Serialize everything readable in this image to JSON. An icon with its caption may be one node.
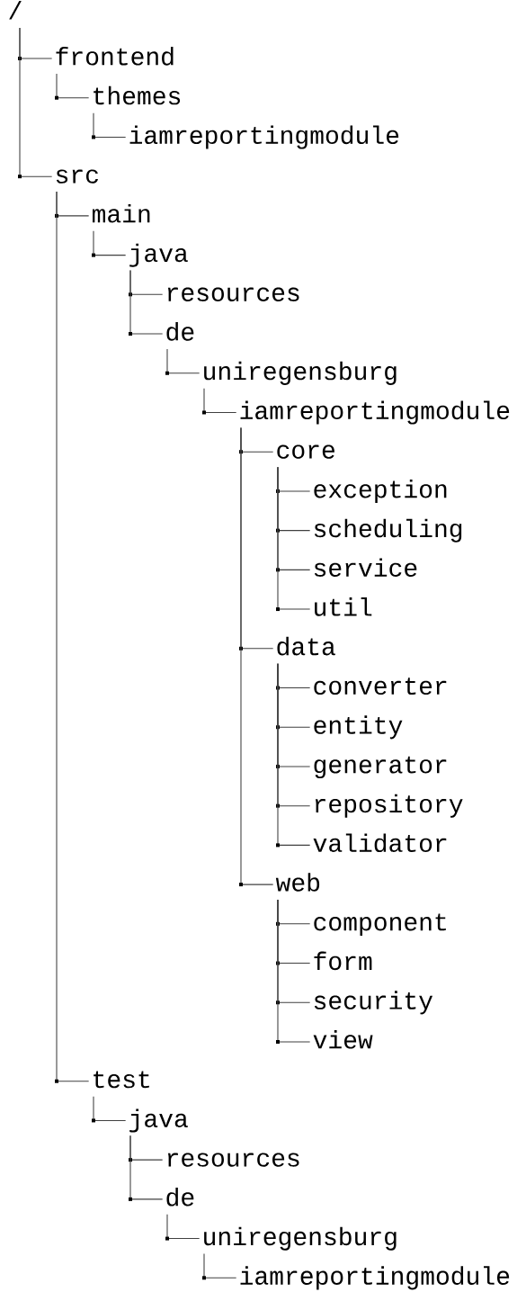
{
  "diagram": {
    "nodes": [
      {
        "text": [
          "/"
        ]
      },
      {
        "text": [
          "frontend"
        ]
      },
      {
        "text": [
          "themes"
        ]
      },
      {
        "text": [
          "iamreportingmodule"
        ]
      },
      {
        "text": [
          "src"
        ]
      },
      {
        "text": [
          "main"
        ]
      },
      {
        "text": [
          "java"
        ]
      },
      {
        "text": [
          "resources"
        ]
      },
      {
        "text": [
          "de"
        ]
      },
      {
        "text": [
          "uniregensburg"
        ]
      },
      {
        "text": [
          "iamreportingmodule"
        ]
      },
      {
        "text": [
          "core"
        ]
      },
      {
        "text": [
          "exception"
        ]
      },
      {
        "text": [
          "scheduling"
        ]
      },
      {
        "text": [
          "service"
        ]
      },
      {
        "text": [
          "util"
        ]
      },
      {
        "text": [
          "data"
        ]
      },
      {
        "text": [
          "converter"
        ]
      },
      {
        "text": [
          "entity"
        ]
      },
      {
        "text": [
          "generator"
        ]
      },
      {
        "text": [
          "repository"
        ]
      },
      {
        "text": [
          "validator"
        ]
      },
      {
        "text": [
          "web"
        ]
      },
      {
        "text": [
          "component"
        ]
      },
      {
        "text": [
          "form"
        ]
      },
      {
        "text": [
          "security"
        ]
      },
      {
        "text": [
          "view"
        ]
      },
      {
        "text": [
          "test"
        ]
      },
      {
        "text": [
          "java"
        ]
      },
      {
        "text": [
          "resources"
        ]
      },
      {
        "text": [
          "de"
        ]
      },
      {
        "text": [
          "uniregensburg"
        ]
      },
      {
        "text": [
          "iamreportingmodule"
        ]
      }
    ],
    "edges": [
      {
        "from": 0,
        "to": 1,
        "arrow": "none"
      },
      {
        "from": 1,
        "to": 2,
        "arrow": "none"
      },
      {
        "from": 2,
        "to": 3,
        "arrow": "none"
      },
      {
        "from": 0,
        "to": 4,
        "arrow": "none"
      },
      {
        "from": 4,
        "to": 5,
        "arrow": "none"
      },
      {
        "from": 5,
        "to": 6,
        "arrow": "none"
      },
      {
        "from": 6,
        "to": 7,
        "arrow": "none"
      },
      {
        "from": 6,
        "to": 8,
        "arrow": "none"
      },
      {
        "from": 8,
        "to": 9,
        "arrow": "none"
      },
      {
        "from": 9,
        "to": 10,
        "arrow": "none"
      },
      {
        "from": 10,
        "to": 11,
        "arrow": "none"
      },
      {
        "from": 11,
        "to": 12,
        "arrow": "none"
      },
      {
        "from": 11,
        "to": 13,
        "arrow": "none"
      },
      {
        "from": 11,
        "to": 14,
        "arrow": "none"
      },
      {
        "from": 11,
        "to": 15,
        "arrow": "none"
      },
      {
        "from": 10,
        "to": 16,
        "arrow": "none"
      },
      {
        "from": 16,
        "to": 17,
        "arrow": "none"
      },
      {
        "from": 16,
        "to": 18,
        "arrow": "none"
      },
      {
        "from": 16,
        "to": 19,
        "arrow": "none"
      },
      {
        "from": 16,
        "to": 20,
        "arrow": "none"
      },
      {
        "from": 16,
        "to": 21,
        "arrow": "none"
      },
      {
        "from": 10,
        "to": 22,
        "arrow": "none"
      },
      {
        "from": 22,
        "to": 23,
        "arrow": "none"
      },
      {
        "from": 22,
        "to": 24,
        "arrow": "none"
      },
      {
        "from": 22,
        "to": 25,
        "arrow": "none"
      },
      {
        "from": 22,
        "to": 26,
        "arrow": "none"
      },
      {
        "from": 4,
        "to": 27,
        "arrow": "none"
      },
      {
        "from": 27,
        "to": 28,
        "arrow": "none"
      },
      {
        "from": 28,
        "to": 29,
        "arrow": "none"
      },
      {
        "from": 28,
        "to": 30,
        "arrow": "none"
      },
      {
        "from": 30,
        "to": 31,
        "arrow": "none"
      },
      {
        "from": 31,
        "to": 32,
        "arrow": "none"
      }
    ]
  }
}
